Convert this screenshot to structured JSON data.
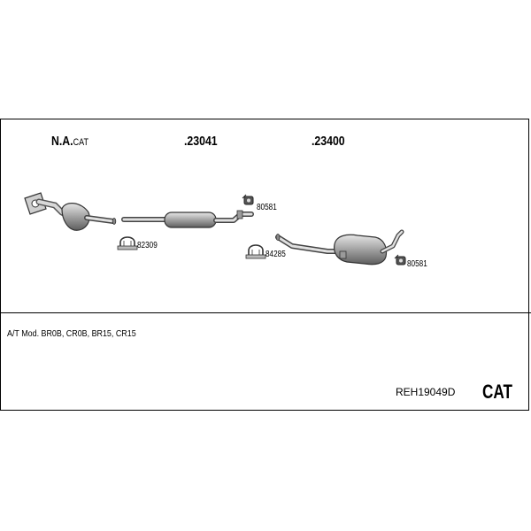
{
  "header": {
    "group1_prefix": "N.A.",
    "group1_suffix": "CAT",
    "group2": ".23041",
    "group3": ".23400"
  },
  "parts": {
    "clamp_1": "80581",
    "clamp_2": "82309",
    "clamp_3": "84285",
    "clamp_4": "80581"
  },
  "footer": {
    "note": "A/T   Mod. BR0B, CR0B, BR15, CR15",
    "reference": "REH19049D",
    "type": "CAT"
  }
}
